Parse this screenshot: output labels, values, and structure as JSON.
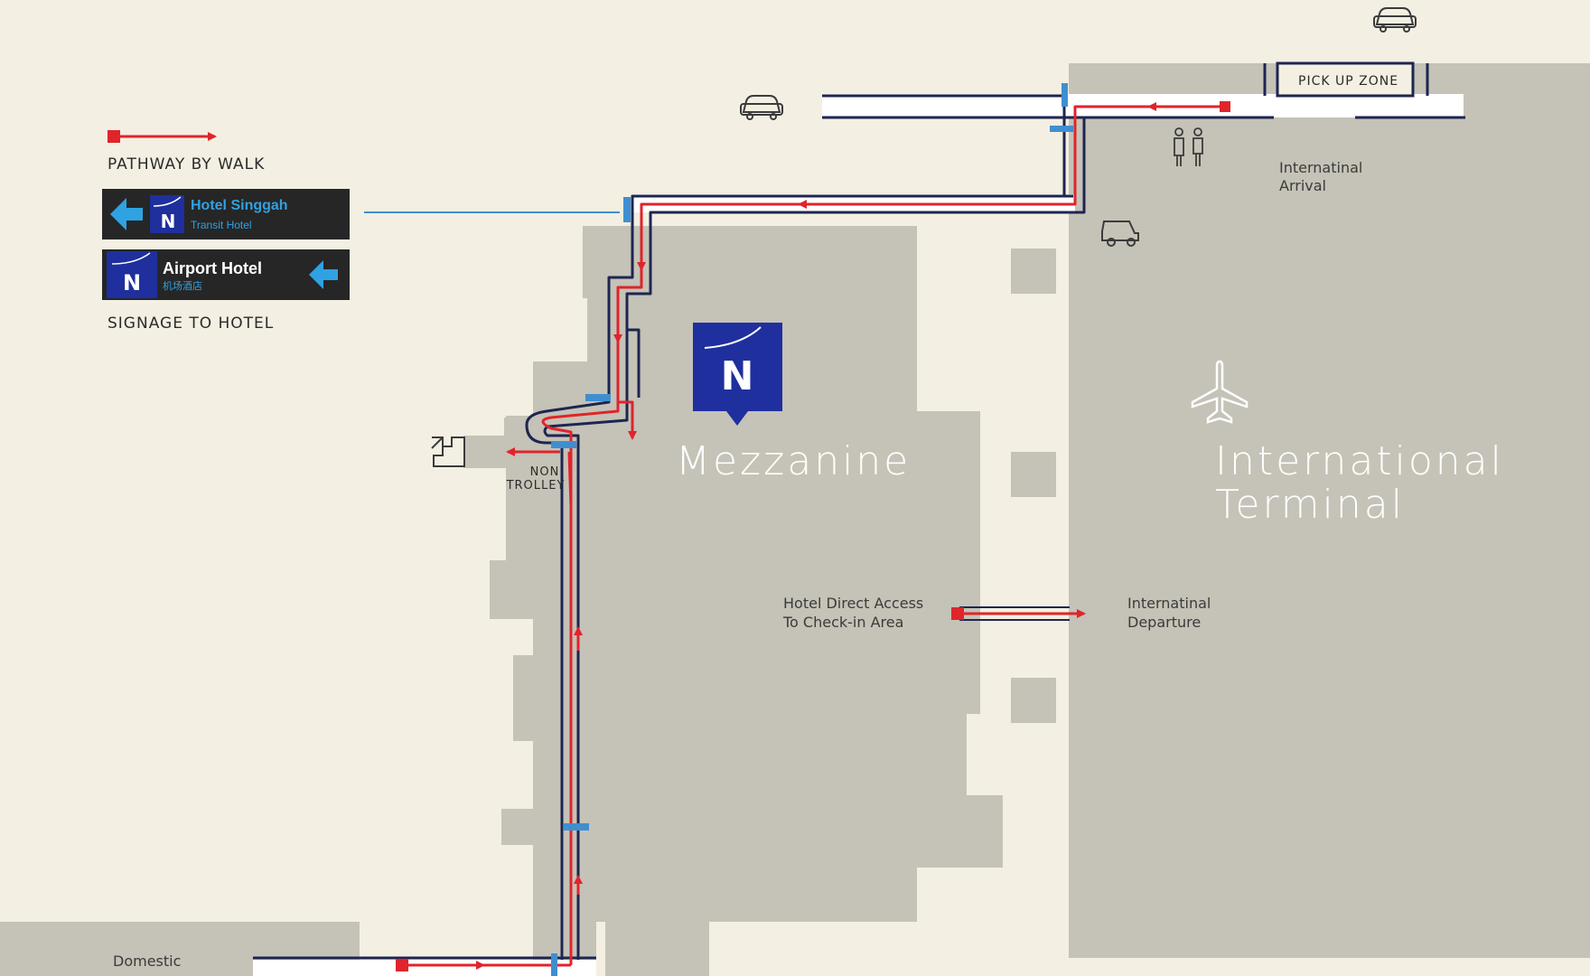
{
  "legend": {
    "pathway_label": "PATHWAY BY WALK",
    "signage_label": "SIGNAGE TO HOTEL",
    "sign1": {
      "title": "Hotel Singgah",
      "subtitle": "Transit Hotel",
      "logo_letter": "N"
    },
    "sign2": {
      "title": "Airport Hotel",
      "subtitle": "机场酒店",
      "logo_letter": "N"
    }
  },
  "map": {
    "mezzanine_label": "Mezzanine",
    "terminal_label_line1": "International",
    "terminal_label_line2": "Terminal",
    "pickup_zone": "PICK UP ZONE",
    "arrival_line1": "Internatinal",
    "arrival_line2": "Arrival",
    "departure_line1": "Internatinal",
    "departure_line2": "Departure",
    "hotel_access_line1": "Hotel Direct Access",
    "hotel_access_line2": "To Check-in Area",
    "non_trolley_line1": "NON",
    "non_trolley_line2": "TROLLEY",
    "domestic_label": "Domestic",
    "hotel_logo_letter": "N"
  },
  "colors": {
    "background": "#f3efe2",
    "building": "#c5c2b7",
    "path_red": "#e0242b",
    "path_navy": "#1d2550",
    "marker_blue": "#3f8fd0",
    "brand_blue": "#1f2f9e",
    "sign_bg": "#262626"
  },
  "icons": [
    "car-icon",
    "golf-cart-icon",
    "restroom-icon",
    "airplane-icon",
    "stairs-icon",
    "arrow-left-icon"
  ]
}
